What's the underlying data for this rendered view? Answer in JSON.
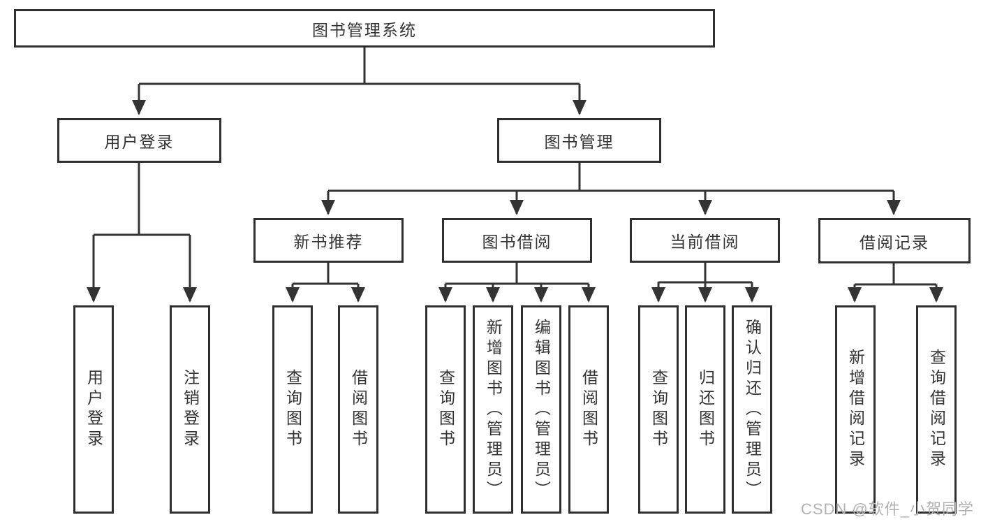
{
  "diagram": {
    "type": "hierarchy-tree",
    "orientation": "top-down",
    "tree": {
      "root": {
        "label": "图书管理系统",
        "children": [
          {
            "label": "用户登录",
            "children": [
              {
                "label": "用户登录"
              },
              {
                "label": "注销登录"
              }
            ]
          },
          {
            "label": "图书管理",
            "children": [
              {
                "label": "新书推荐",
                "children": [
                  {
                    "label": "查询图书"
                  },
                  {
                    "label": "借阅图书"
                  }
                ]
              },
              {
                "label": "图书借阅",
                "children": [
                  {
                    "label": "查询图书"
                  },
                  {
                    "label": "新增图书（管理员）"
                  },
                  {
                    "label": "编辑图书（管理员）"
                  },
                  {
                    "label": "借阅图书"
                  }
                ]
              },
              {
                "label": "当前借阅",
                "children": [
                  {
                    "label": "查询图书"
                  },
                  {
                    "label": "归还图书"
                  },
                  {
                    "label": "确认归还（管理员）"
                  }
                ]
              },
              {
                "label": "借阅记录",
                "children": [
                  {
                    "label": "新增借阅记录"
                  },
                  {
                    "label": "查询借阅记录"
                  }
                ]
              }
            ]
          }
        ]
      }
    },
    "colors": {
      "box_border": "#2f2f2f",
      "connector_line": "#333333",
      "text": "#333333",
      "background": "#ffffff",
      "watermark": "#b2b1b3"
    }
  },
  "watermark": {
    "text": "CSDN @软件_小贺同学"
  }
}
